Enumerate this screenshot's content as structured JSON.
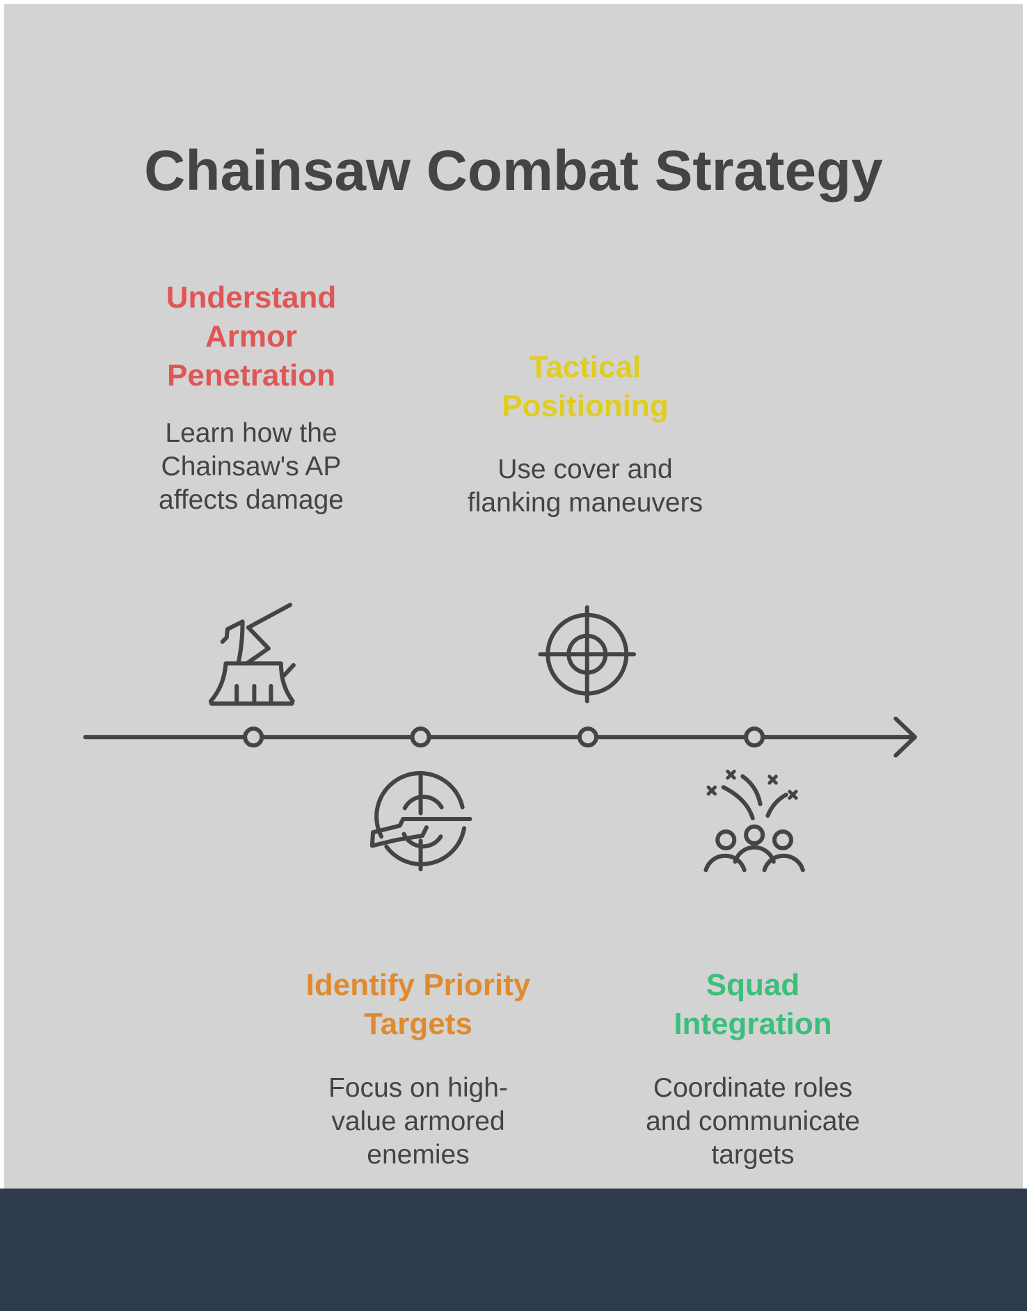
{
  "title": "Chainsaw Combat Strategy",
  "colors": {
    "background": "#d3d3d3",
    "footer": "#2d3b4d",
    "text": "#444444",
    "red": "#e05555",
    "yellow": "#e0cd1e",
    "orange": "#e08a30",
    "green": "#3bbf7a"
  },
  "steps": [
    {
      "heading": "Understand\nArmor\nPenetration",
      "description": "Learn how the\nChainsaw's AP\naffects damage",
      "icon": "axe-stump-icon",
      "color": "#e05555"
    },
    {
      "heading": "Identify Priority\nTargets",
      "description": "Focus on high-\nvalue armored\nenemies",
      "icon": "rifle-target-icon",
      "color": "#e08a30"
    },
    {
      "heading": "Tactical\nPositioning",
      "description": "Use cover and\nflanking maneuvers",
      "icon": "crosshair-icon",
      "color": "#e0cd1e"
    },
    {
      "heading": "Squad\nIntegration",
      "description": "Coordinate roles\nand communicate\ntargets",
      "icon": "team-strategy-icon",
      "color": "#3bbf7a"
    }
  ]
}
